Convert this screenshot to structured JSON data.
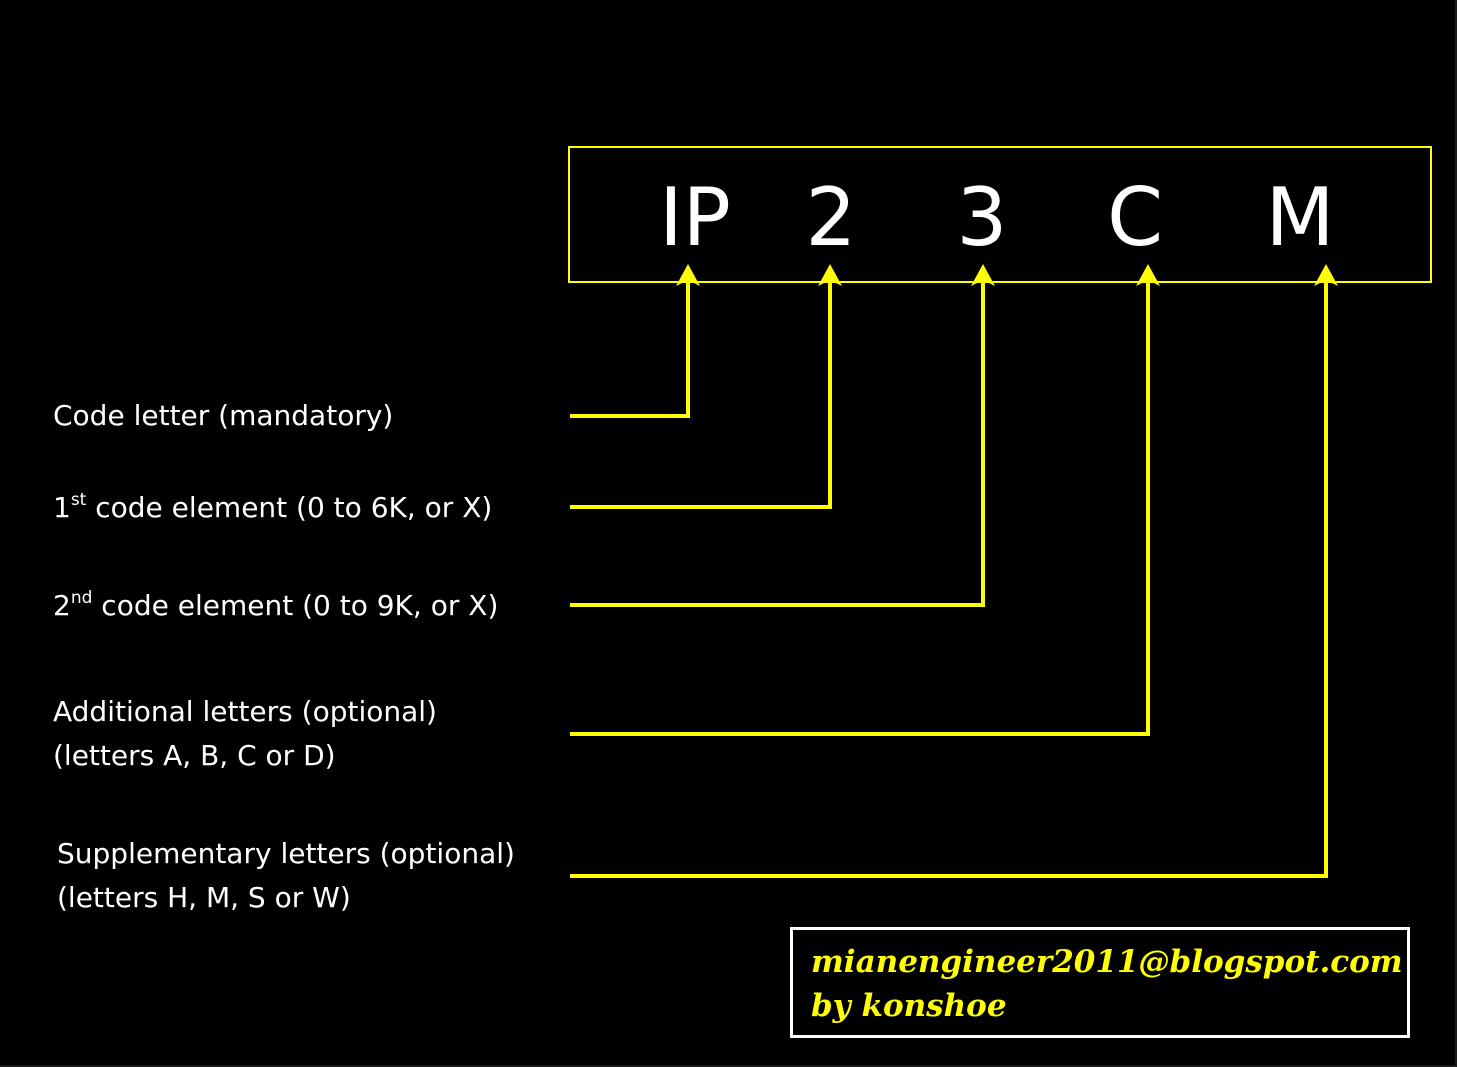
{
  "code": {
    "parts": [
      "IP",
      "2",
      "3",
      "C",
      "M"
    ]
  },
  "labels": {
    "code_letter": "Code letter (mandatory)",
    "first_num": "1",
    "first_sup": "st",
    "first_text": " code element (0 to 6K, or X)",
    "second_num": "2",
    "second_sup": "nd",
    "second_text": " code element (0 to 9K, or X)",
    "additional_line1": "Additional letters (optional)",
    "additional_line2": "(letters A, B, C or D)",
    "supplementary_line1": "Supplementary letters (optional)",
    "supplementary_line2": "(letters H, M, S or W)"
  },
  "credit": {
    "line1": "mianengineer2011@blogspot.com",
    "line2": "by konshoe"
  },
  "colors": {
    "background": "#000000",
    "connector": "#ffff00",
    "text": "#ffffff",
    "credit_text": "#ffff00",
    "credit_border": "#ffffff"
  }
}
